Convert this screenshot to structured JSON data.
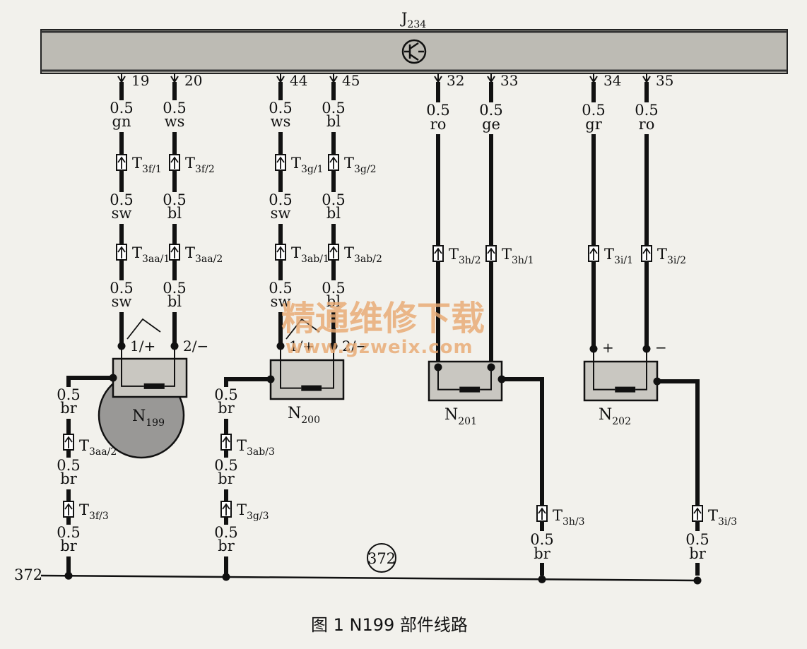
{
  "control_unit": {
    "label": "J",
    "sub": "234",
    "icon": "transistor-icon",
    "pins": [
      "19",
      "20",
      "44",
      "45",
      "32",
      "33",
      "34",
      "35"
    ]
  },
  "wires": [
    {
      "pin": "19",
      "gauge": [
        "0.5",
        "0.5",
        "0.5"
      ],
      "colors": [
        "gn",
        "sw",
        "sw"
      ],
      "connectors": [
        {
          "main": "T",
          "sub": "3f/1"
        },
        {
          "main": "T",
          "sub": "3aa/1"
        }
      ]
    },
    {
      "pin": "20",
      "gauge": [
        "0.5",
        "0.5",
        "0.5"
      ],
      "colors": [
        "ws",
        "bl",
        "bl"
      ],
      "connectors": [
        {
          "main": "T",
          "sub": "3f/2"
        },
        {
          "main": "T",
          "sub": "3aa/2"
        }
      ]
    },
    {
      "pin": "44",
      "gauge": [
        "0.5",
        "0.5",
        "0.5"
      ],
      "colors": [
        "ws",
        "sw",
        "sw"
      ],
      "connectors": [
        {
          "main": "T",
          "sub": "3g/1"
        },
        {
          "main": "T",
          "sub": "3ab/1"
        }
      ]
    },
    {
      "pin": "45",
      "gauge": [
        "0.5",
        "0.5",
        "0.5"
      ],
      "colors": [
        "bl",
        "bl",
        "bl"
      ],
      "connectors": [
        {
          "main": "T",
          "sub": "3g/2"
        },
        {
          "main": "T",
          "sub": "3ab/2"
        }
      ]
    },
    {
      "pin": "32",
      "gauge": [
        "0.5"
      ],
      "colors": [
        "ro"
      ],
      "connectors": [
        {
          "main": "T",
          "sub": "3h/2"
        }
      ]
    },
    {
      "pin": "33",
      "gauge": [
        "0.5"
      ],
      "colors": [
        "ge"
      ],
      "connectors": [
        {
          "main": "T",
          "sub": "3h/1"
        }
      ]
    },
    {
      "pin": "34",
      "gauge": [
        "0.5"
      ],
      "colors": [
        "gr"
      ],
      "connectors": [
        {
          "main": "T",
          "sub": "3i/1"
        }
      ]
    },
    {
      "pin": "35",
      "gauge": [
        "0.5"
      ],
      "colors": [
        "ro"
      ],
      "connectors": [
        {
          "main": "T",
          "sub": "3i/2"
        }
      ]
    }
  ],
  "components": [
    {
      "name": "N",
      "sub": "199",
      "pins": [
        "1/+",
        "2/−"
      ]
    },
    {
      "name": "N",
      "sub": "200",
      "pins": [
        "1/+",
        "2/−"
      ]
    },
    {
      "name": "N",
      "sub": "201",
      "pins": [
        "",
        ""
      ]
    },
    {
      "name": "N",
      "sub": "202",
      "pins": [
        "+",
        "−"
      ]
    }
  ],
  "ground_wires": [
    {
      "gauge": [
        "0.5",
        "0.5",
        "0.5"
      ],
      "colors": [
        "br",
        "br",
        "br"
      ],
      "connectors": [
        {
          "main": "T",
          "sub": "3aa/2"
        },
        {
          "main": "T",
          "sub": "3f/3"
        }
      ]
    },
    {
      "gauge": [
        "0.5",
        "0.5",
        "0.5"
      ],
      "colors": [
        "br",
        "br",
        "br"
      ],
      "connectors": [
        {
          "main": "T",
          "sub": "3ab/3"
        },
        {
          "main": "T",
          "sub": "3g/3"
        }
      ]
    },
    {
      "gauge": [
        "0.5"
      ],
      "colors": [
        "br"
      ],
      "connectors": [
        {
          "main": "T",
          "sub": "3h/3"
        }
      ]
    },
    {
      "gauge": [
        "0.5"
      ],
      "colors": [
        "br"
      ],
      "connectors": [
        {
          "main": "T",
          "sub": "3i/3"
        }
      ]
    }
  ],
  "ground": {
    "left_label": "372",
    "circle_label": "372"
  },
  "watermark": {
    "line1": "精通维修下载",
    "line2": "www.gzweix.com"
  },
  "caption": "图 1   N199 部件线路",
  "colors": {
    "bar": "#bdbbb4",
    "component": "#c9c7c1",
    "n199_circle": "#999896",
    "wire": "#111111",
    "watermark": "#e9aa73"
  }
}
